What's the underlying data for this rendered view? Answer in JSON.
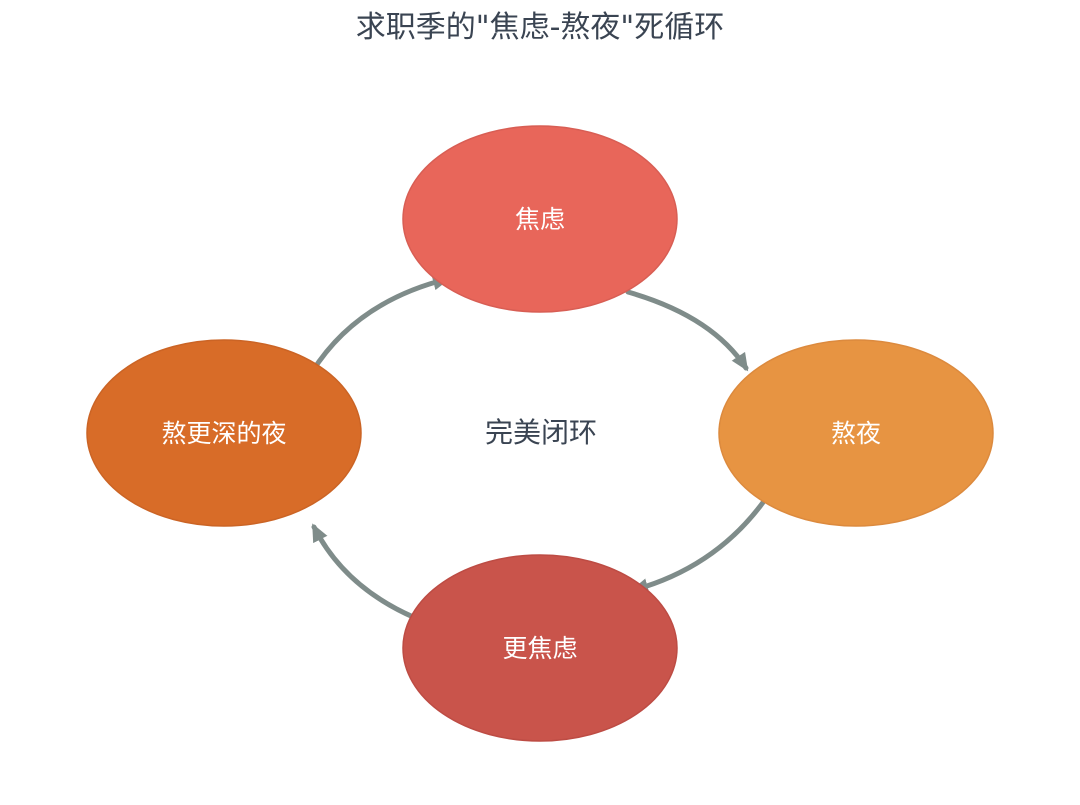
{
  "title": "求职季的\"焦虑-熬夜\"死循环",
  "center_label": "完美闭环",
  "colors": {
    "title_text": "#3a4452",
    "arrow": "#7f8c8a",
    "node_text": "#ffffff"
  },
  "nodes": [
    {
      "id": "anxiety",
      "label": "焦虑",
      "fill": "#e8665a",
      "stroke": "#d85e54"
    },
    {
      "id": "stay-up",
      "label": "熬夜",
      "fill": "#e79442",
      "stroke": "#dc8a3e"
    },
    {
      "id": "more-anxiety",
      "label": "更焦虑",
      "fill": "#c9544b",
      "stroke": "#bd4c44"
    },
    {
      "id": "stay-up-later",
      "label": "熬更深的夜",
      "fill": "#d86c28",
      "stroke": "#cb6425"
    }
  ],
  "edges": [
    {
      "from": "anxiety",
      "to": "stay-up"
    },
    {
      "from": "stay-up",
      "to": "more-anxiety"
    },
    {
      "from": "more-anxiety",
      "to": "stay-up-later"
    },
    {
      "from": "stay-up-later",
      "to": "anxiety"
    }
  ]
}
